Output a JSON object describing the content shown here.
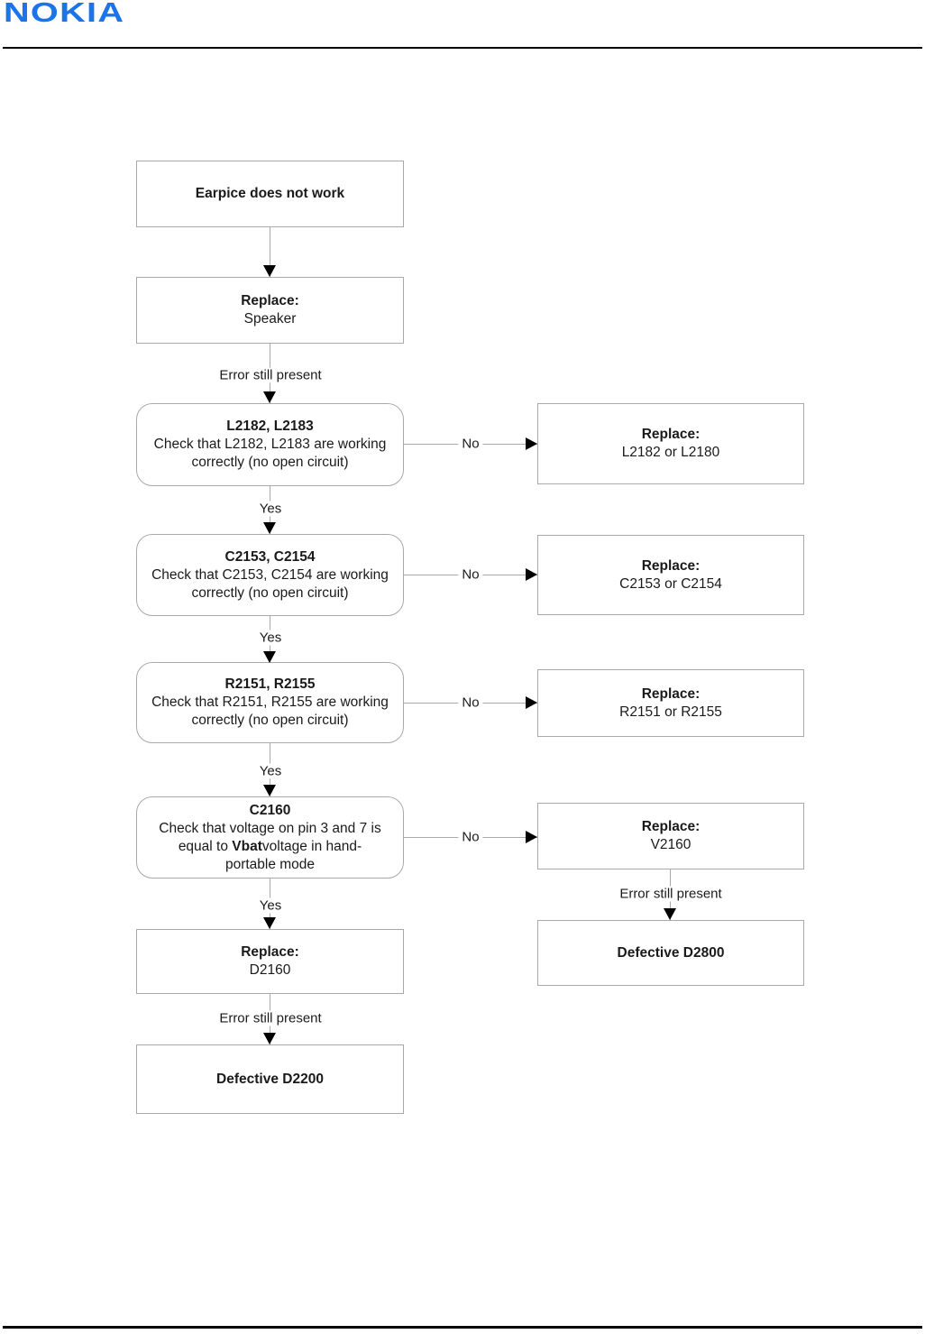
{
  "logo": {
    "text": "NOKIA"
  },
  "colors": {
    "logo_blue": "#1B74E8",
    "box_border": "#a9a9a9",
    "connector_line": "#a9a9a9",
    "arrow_black": "#000000",
    "text": "#1a1a1a"
  },
  "labels": {
    "error_still_present": "Error still present",
    "yes": "Yes",
    "no": "No"
  },
  "nodes": {
    "start": {
      "title": "Earpice does not work"
    },
    "replace_speaker": {
      "title": "Replace:",
      "detail": "Speaker"
    },
    "check_l2182": {
      "title": "L2182, L2183",
      "line1": "Check that L2182, L2183 are working",
      "line2": "correctly (no open circuit)"
    },
    "replace_l2182": {
      "title": "Replace:",
      "detail": "L2182 or L2180"
    },
    "check_c2153": {
      "title": "C2153, C2154",
      "line1": "Check that C2153, C2154 are working",
      "line2": "correctly (no open circuit)"
    },
    "replace_c2153": {
      "title": "Replace:",
      "detail": "C2153 or C2154"
    },
    "check_r2151": {
      "title": "R2151, R2155",
      "line1": "Check that R2151, R2155 are working",
      "line2": "correctly (no open circuit)"
    },
    "replace_r2151": {
      "title": "Replace:",
      "detail": "R2151 or R2155"
    },
    "check_c2160": {
      "title": "C2160",
      "line1": "Check that voltage on pin 3 and 7 is",
      "line2_prefix": "equal to ",
      "line2_bold": "Vbat",
      "line2_suffix": "voltage in hand-",
      "line3": "portable mode"
    },
    "replace_v2160": {
      "title": "Replace:",
      "detail": "V2160"
    },
    "replace_d2160": {
      "title": "Replace:",
      "detail": "D2160"
    },
    "defective_d2800": {
      "title": "Defective D2800"
    },
    "defective_d2200": {
      "title": "Defective D2200"
    }
  }
}
